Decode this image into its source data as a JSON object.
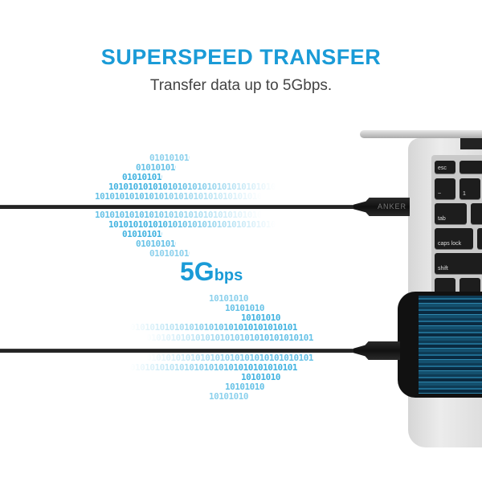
{
  "header": {
    "title": "SUPERSPEED TRANSFER",
    "subtitle": "Transfer data up to 5Gbps."
  },
  "speed_badge": {
    "big": "5G",
    "small": "bps"
  },
  "cable": {
    "brand": "ANKER"
  },
  "binary": {
    "row_a": "1010101010101010101010101010101010",
    "row_b": "0101010101010101010101010101010101"
  },
  "keyboard": {
    "keys": [
      "esc",
      "~",
      "1",
      "tab",
      "caps lock",
      "shift"
    ]
  },
  "colors": {
    "accent": "#1a9bd7",
    "text": "#444444"
  }
}
